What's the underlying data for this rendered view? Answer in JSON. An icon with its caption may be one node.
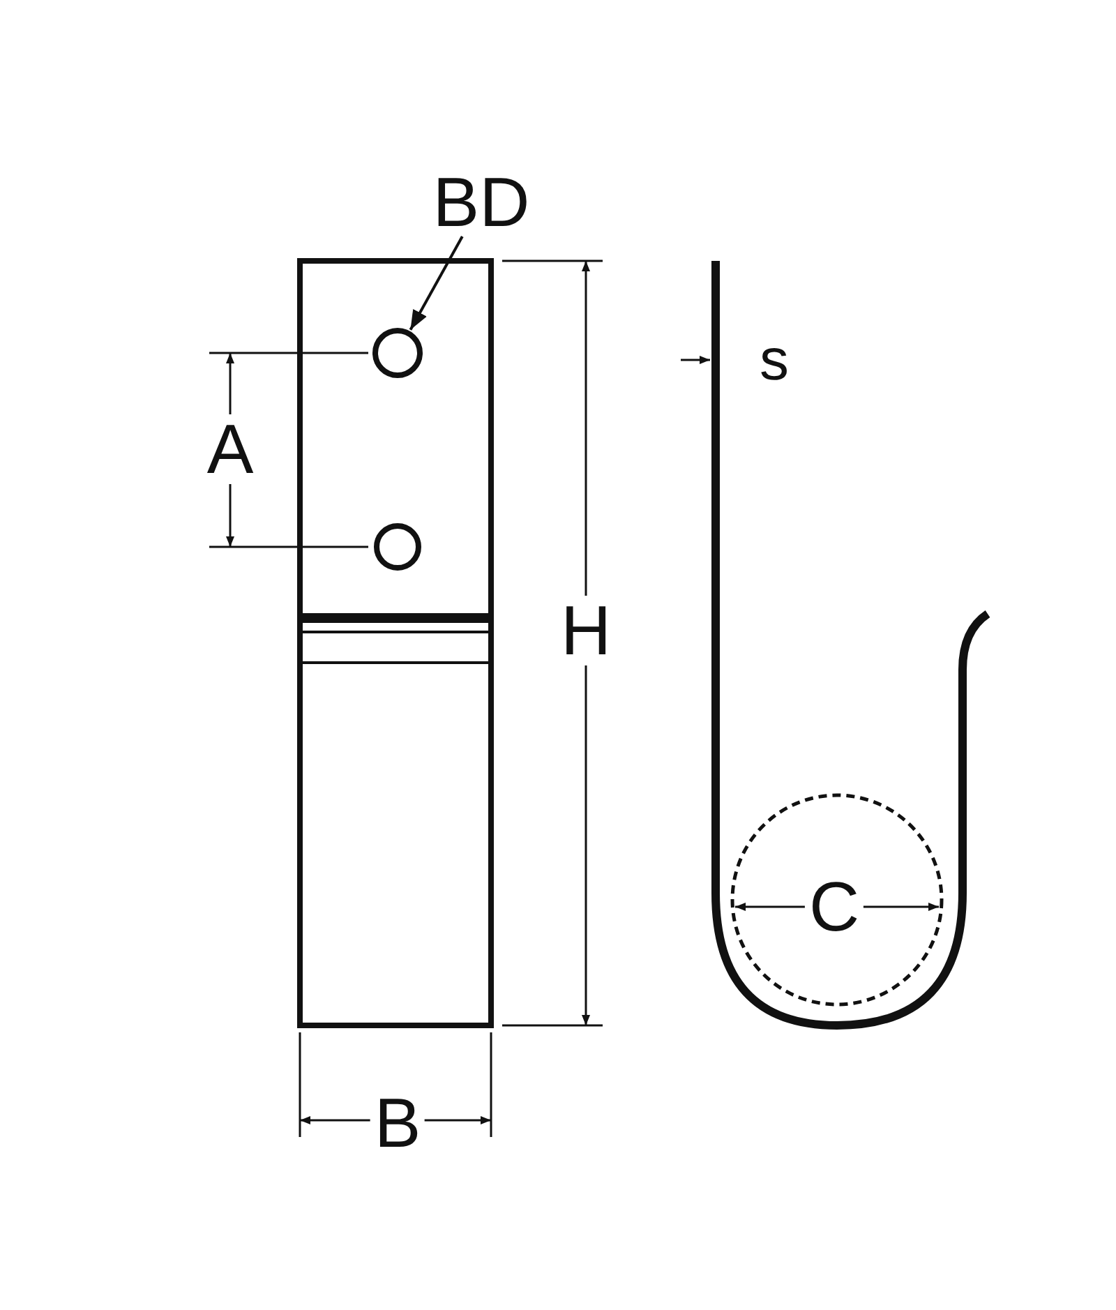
{
  "diagram": {
    "nodes": [
      {
        "text": [
          "BD"
        ]
      },
      {
        "text": [],
        "shape": "circle"
      }
    ],
    "edges": [
      {
        "from": 0,
        "to": 1,
        "arrow": "to"
      }
    ],
    "labels": [
      "s",
      "A",
      "H",
      "C",
      "B"
    ]
  }
}
